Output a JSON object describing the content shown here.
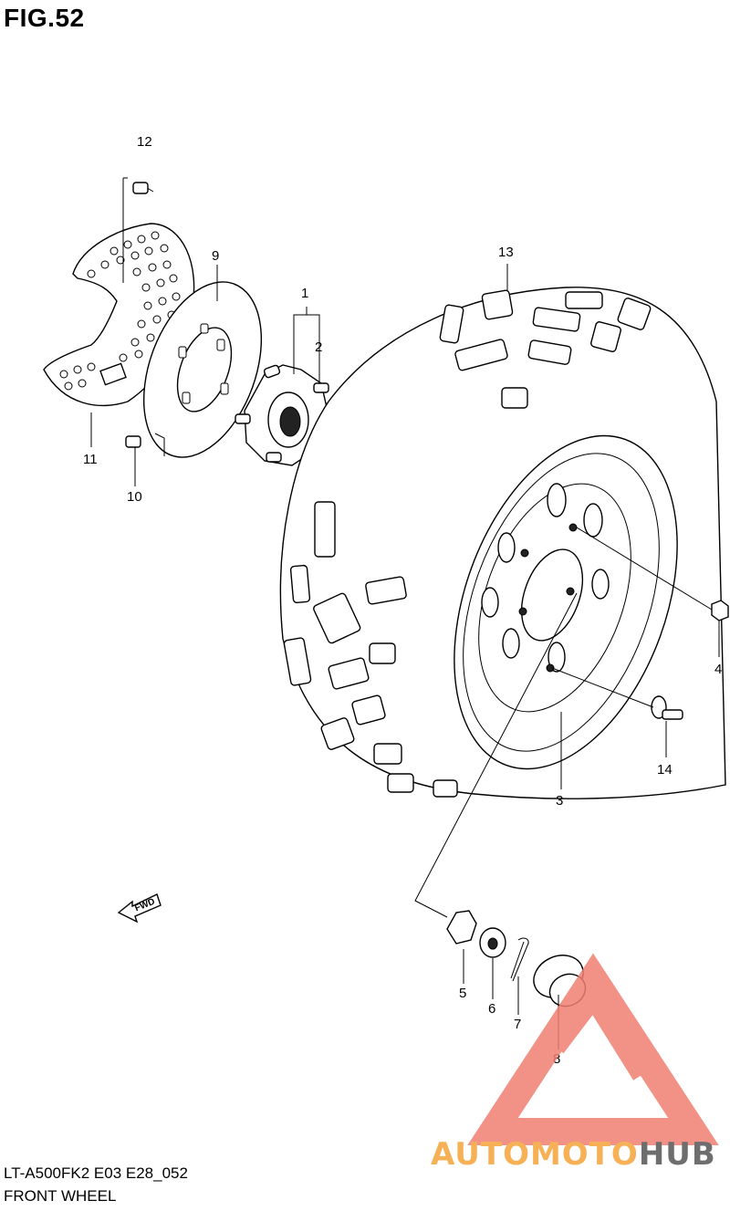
{
  "figure": {
    "title": "FIG.52",
    "model_code": "LT-A500FK2 E03 E28_052",
    "section_name": "FRONT WHEEL"
  },
  "callouts": {
    "c1": "1",
    "c2": "2",
    "c3": "3",
    "c4": "4",
    "c5": "5",
    "c6": "6",
    "c7": "7",
    "c8": "8",
    "c9": "9",
    "c10": "10",
    "c11": "11",
    "c12": "12",
    "c13": "13",
    "c14": "14"
  },
  "direction_arrow": {
    "label": "FWD"
  },
  "watermark": {
    "word_part1": "AUTOMOTO",
    "word_part2": "HUB",
    "color_primary": "#f07f72",
    "color_secondary": "#f5a43a",
    "color_dark": "#555555"
  }
}
